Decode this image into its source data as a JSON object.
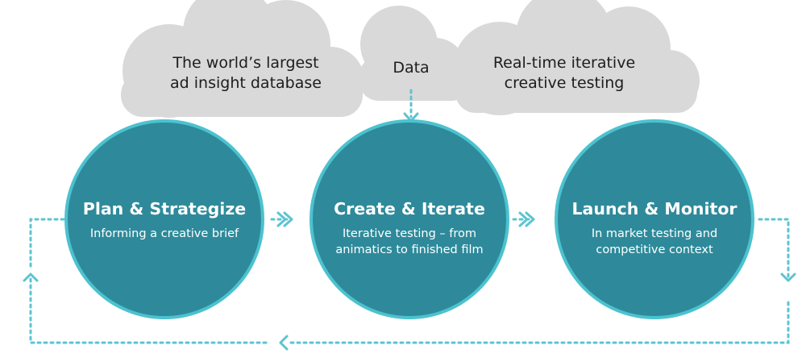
{
  "clouds": [
    {
      "lines": [
        "The world’s largest",
        "ad insight database"
      ]
    },
    {
      "lines": [
        "Data"
      ]
    },
    {
      "lines": [
        "Real-time iterative",
        "creative testing"
      ]
    }
  ],
  "stages": [
    {
      "title": "Plan & Strategize",
      "subtitle_lines": [
        "Informing a creative brief"
      ]
    },
    {
      "title": "Create & Iterate",
      "subtitle_lines": [
        "Iterative testing – from",
        "animatics to finished film"
      ]
    },
    {
      "title": "Launch & Monitor",
      "subtitle_lines": [
        "In market testing and",
        "competitive context"
      ]
    }
  ],
  "colors": {
    "circle_fill": "#2e8a9a",
    "circle_ring": "#4cc2cf",
    "cloud_fill": "#d9d9d9",
    "dotted_arrow": "#5cc4d0"
  }
}
